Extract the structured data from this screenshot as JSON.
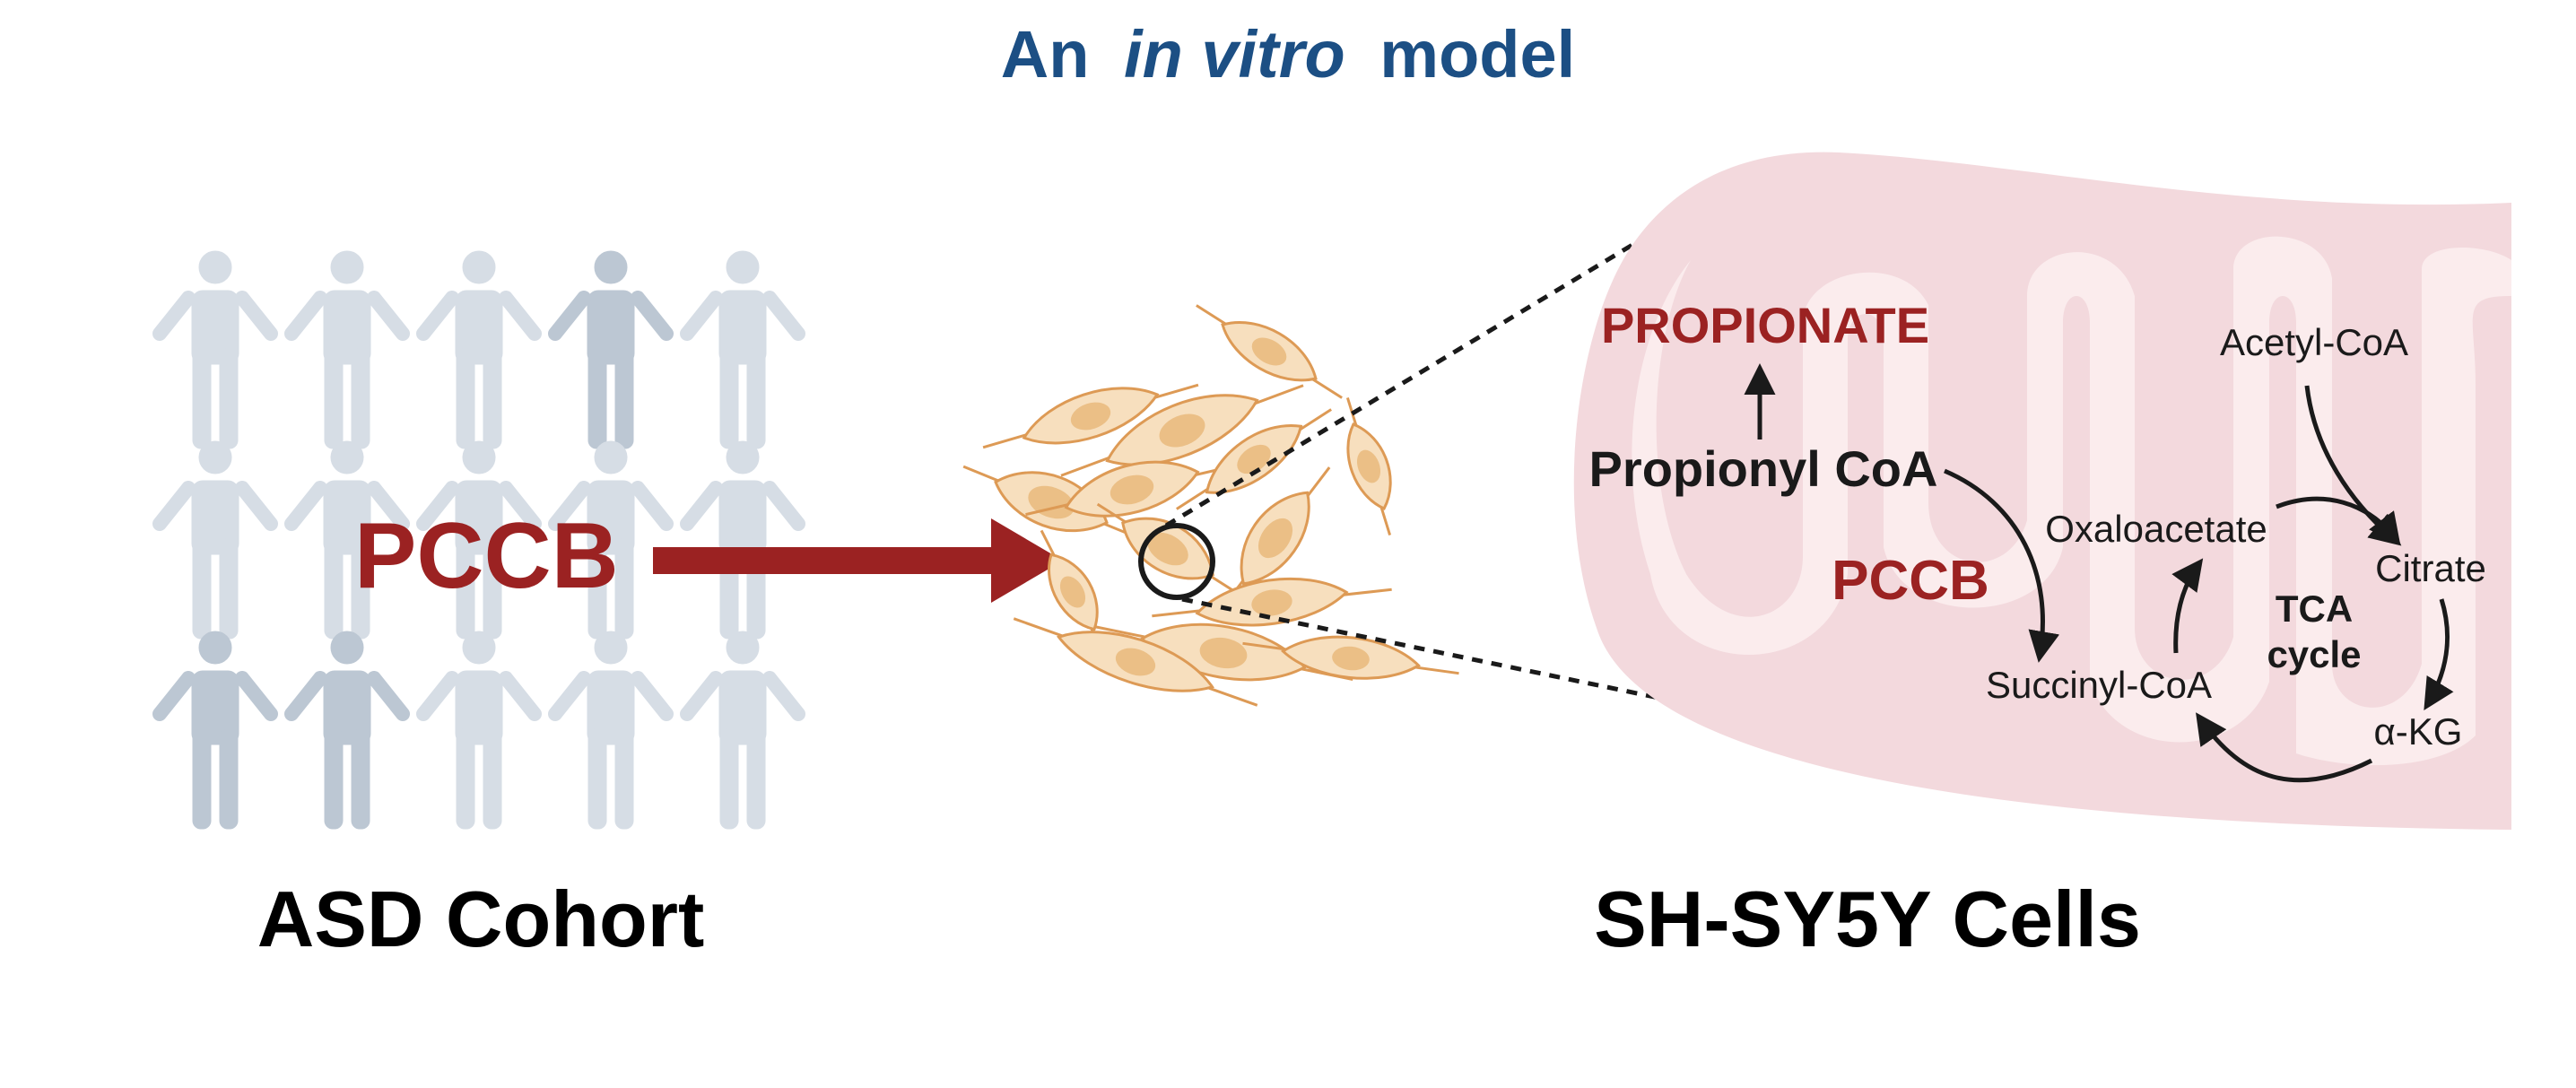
{
  "title": {
    "prefix": "An",
    "italic": "in vitro",
    "suffix": "model"
  },
  "cohort": {
    "label": "ASD Cohort",
    "gene_label": "PCCB",
    "person_count": 15,
    "highlighted_persons": [
      3,
      10,
      11
    ]
  },
  "cells": {
    "label": "SH-SY5Y Cells"
  },
  "pathway": {
    "propionate": "PROPIONATE",
    "propionyl_coa": "Propionyl CoA",
    "enzyme": "PCCB",
    "succinyl_coa": "Succinyl-CoA",
    "oxaloacetate": "Oxaloacetate",
    "acetyl_coa": "Acetyl-CoA",
    "citrate": "Citrate",
    "akg": "α-KG",
    "cycle_line1": "TCA",
    "cycle_line2": "cycle"
  },
  "colors": {
    "title_blue": "#1c4f84",
    "accent_red": "#9b2222",
    "person_light": "#d6dde5",
    "person_dark": "#bcc7d3",
    "mito_fill": "#f3d9dd",
    "mito_inner": "#fbeef0",
    "cell_fill": "#f7dfbe",
    "cell_stroke": "#dd9a55",
    "nucleus": "#ebbf86",
    "text_dark": "#1a1a1a"
  }
}
